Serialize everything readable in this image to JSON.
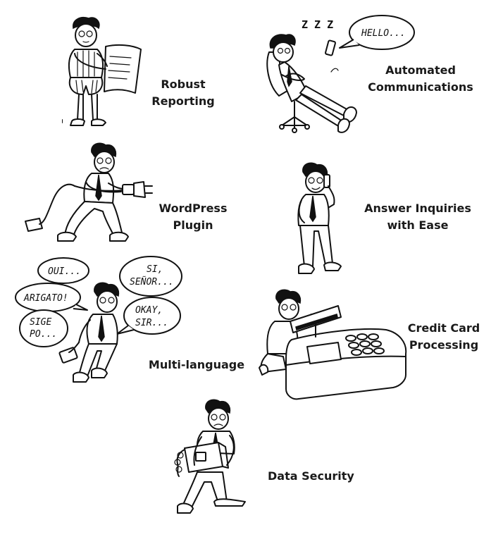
{
  "features": [
    {
      "id": "robust-reporting",
      "lines": [
        "Robust",
        "Reporting"
      ]
    },
    {
      "id": "automated-communications",
      "lines": [
        "Automated",
        "Communications"
      ]
    },
    {
      "id": "wordpress-plugin",
      "lines": [
        "WordPress",
        "Plugin"
      ]
    },
    {
      "id": "answer-inquiries",
      "lines": [
        "Answer Inquiries",
        "with Ease"
      ]
    },
    {
      "id": "multi-language",
      "lines": [
        "Multi-language"
      ]
    },
    {
      "id": "credit-card",
      "lines": [
        "Credit Card",
        "Processing"
      ]
    },
    {
      "id": "data-security",
      "lines": [
        "Data Security"
      ]
    }
  ],
  "bubbles": {
    "hello": "HELLO...",
    "sleep": "Z Z Z",
    "oui": "OUI...",
    "arigato": "ARIGATO!",
    "sige_line1": "SIGE",
    "sige_line2": "PO...",
    "si_line1": "SI,",
    "si_line2": "SEÑOR...",
    "okay_line1": "OKAY,",
    "okay_line2": "SIR..."
  }
}
